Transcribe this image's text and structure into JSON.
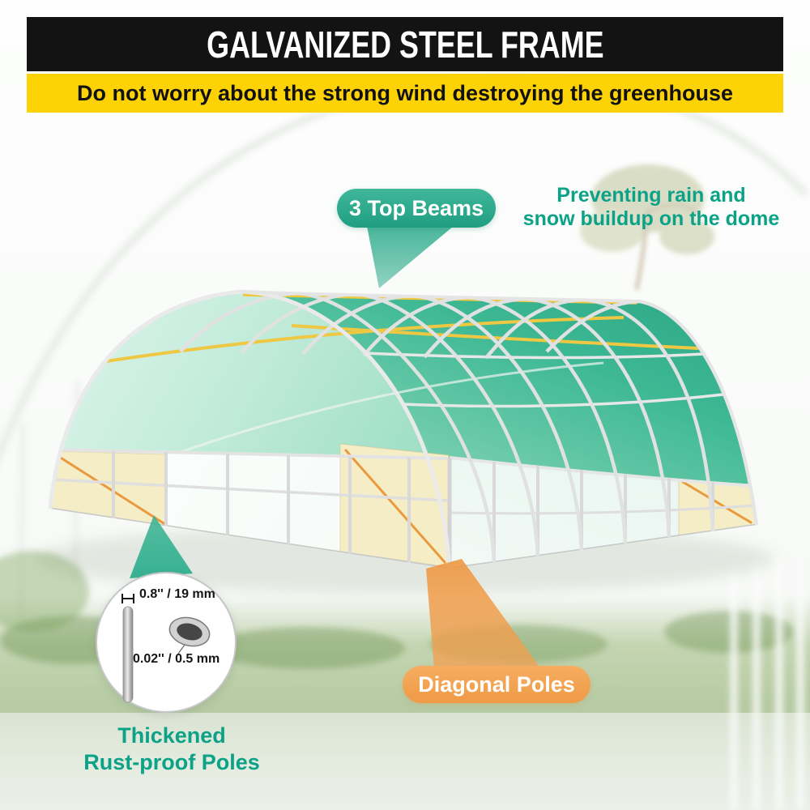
{
  "header": {
    "title": "GALVANIZED STEEL FRAME",
    "banner": "Do not worry about the strong wind destroying the greenhouse"
  },
  "callouts": {
    "top_beams": {
      "label": "3 Top Beams"
    },
    "rain_note": {
      "line1": "Preventing rain and",
      "line2": "snow buildup on the dome"
    },
    "diagonal_poles": {
      "label": "Diagonal Poles"
    },
    "pole_callout": {
      "diameter": "0.8'' / 19 mm",
      "thickness": "0.02'' / 0.5 mm",
      "caption_line1": "Thickened",
      "caption_line2": "Rust-proof Poles"
    }
  },
  "icons": {
    "pole": "steel-pole-icon",
    "pipe_section": "pipe-cross-section-icon",
    "diameter_measure": "diameter-measure-icon"
  },
  "colors": {
    "header_black": "#131313",
    "banner_yellow": "#fdd306",
    "teal": "#1f9e81",
    "teal_text": "#0ba287",
    "orange": "#ef9a45",
    "frame_yellow": "#eec743",
    "canopy_green_dark": "#2aa586",
    "canopy_green_light": "#d6f2e6",
    "window_cream": "#f5edc6"
  }
}
